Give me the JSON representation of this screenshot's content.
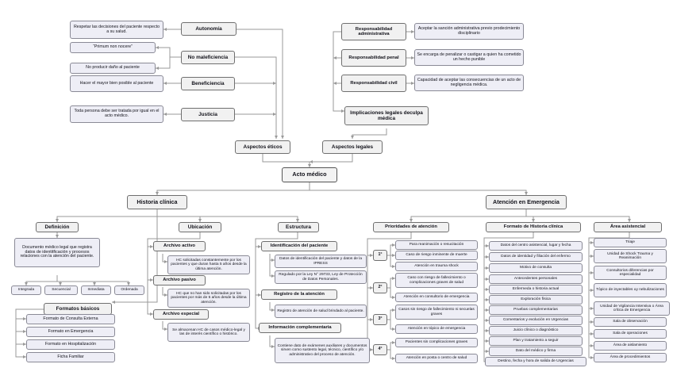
{
  "diagram": {
    "title": "Acto médico",
    "colors": {
      "leaf_fill": "#eeeef6",
      "header_fill": "#f1f1f1",
      "border": "#8a8a96",
      "connector": "#999999"
    },
    "root": {
      "label": "Acto médico"
    },
    "ethics": {
      "hub": "Aspectos éticos",
      "principles": [
        {
          "name": "Autonomía",
          "details": [
            "Respetar las decisiones del paciente respecto a su salud."
          ]
        },
        {
          "name": "No maleficiencia",
          "details": [
            "“Primum non nocere”",
            "No producir daño al paciente"
          ]
        },
        {
          "name": "Beneficiencia",
          "details": [
            "Hacer el mayor bien posible al paciente"
          ]
        },
        {
          "name": "Justicia",
          "details": [
            "Toda persona debe ser tratada por igual en el acto médico."
          ]
        }
      ]
    },
    "legal": {
      "hub": "Aspectos legales",
      "implications": "Implicaciones legales deculpa médica",
      "responsibilities": [
        {
          "name": "Responsabilidad administrativa",
          "detail": "Aceptar la sanción administrativa previo prodecimiento disciplinario"
        },
        {
          "name": "Responsabilidad penal",
          "detail": "Se encarga de penalizar o castigar a quien ha cometido un hecho punible"
        },
        {
          "name": "Responsabilidad civil",
          "detail": "Capacidad de aceptar las consecuencias de un acto de negligencia médica."
        }
      ]
    },
    "historia": {
      "title": "Historia clínica",
      "definicion": {
        "header": "Definición",
        "text": "Documento médico legal que registra datos de identitficación y procesos relaciones con la atención del paciente.",
        "attributes": [
          "Integrada",
          "Secuencial",
          "Inmediata",
          "Ordenada"
        ]
      },
      "formatos": {
        "header": "Formatos básicos",
        "items": [
          "Formato de Consulta Externa",
          "Formato en Emergencia",
          "Formato en Hospitalización",
          "Ficha Familiar"
        ]
      },
      "ubicacion": {
        "header": "Ubicación",
        "archives": [
          {
            "name": "Archivo activo",
            "detail": "HC solicitadas  constantemente por los pacientes y que duran hasta 5 años desde la última atención."
          },
          {
            "name": "Archivo pasivo",
            "detail": "HC que no han sido solicitadas por los pacientes por más de 5 años desde la última atención."
          },
          {
            "name": "Archivo especial",
            "detail": "Se almacenan HC de casos médico-legal y las de interés científico o histórico."
          }
        ]
      },
      "estructura": {
        "header": "Estructura",
        "sections": [
          {
            "name": "Identificación del paciente",
            "details": [
              "Datos de identificación del paciente y datos de la IPRESS",
              "Regulado por la Ley N° 29733, Ley de Protección de Datos Personales."
            ]
          },
          {
            "name": "Registro de la atención",
            "details": [
              "Registro de atención de salud brindado al paciente."
            ]
          },
          {
            "name": "Información complementaria",
            "details": [
              "Contiene dato de exámenes auxiliares y documentos sirven como sustento legal, técnico, científico y/o administrativo del proceso de atención."
            ]
          }
        ]
      }
    },
    "emergencia": {
      "title": "Atención en Emergencia",
      "prioridades": {
        "header": "Prioridades de atención",
        "levels": [
          {
            "badge": "1°",
            "items": [
              "Para reanimación o resucitación",
              "Caso de riesgo inminente de muerte",
              "Atención en trauma shock"
            ]
          },
          {
            "badge": "2°",
            "items": [
              "Caso con riesgo de fallecimiento o complicaciones graves de salud",
              "Atención en consultorio de emergencia"
            ]
          },
          {
            "badge": "3°",
            "items": [
              "Casos sin riesgo de fallecimiento ni secuelas graves",
              "Atención en tópico de emergencia"
            ]
          },
          {
            "badge": "4°",
            "items": [
              "Pacientes sin complicaciones graves",
              "Atención en posta o centro de salud"
            ]
          }
        ]
      },
      "formato": {
        "header": "Formato de Historia clínica",
        "items": [
          "Datos del centro asistencial, lugar y fecha",
          "Datos de identidad y filiación del enfermo",
          "Motivo de consulta",
          "Antecedentes personales",
          "Enfermeda o historia actual",
          "Exploración física",
          "Pruebas complementarias",
          "Comentarios y evolución en Urgencias",
          "Juicio clínico o diagnóstico",
          "Plan y tratamiento a seguir",
          "Dato del médico y firma",
          "Destino, fecha y hora de salida de Urgencias"
        ]
      },
      "area": {
        "header": "Área asistencial",
        "items": [
          "Triaje",
          "Unidad de Shock Trauma y Reanimación",
          "Consultorios diferencias por especialidad",
          "Tópico de inyectables uy nebulizaciones",
          "Unidad de Vigilancia Intensiva o Área crítica de Emergencia",
          "Sala de observación",
          "Sala de operaciones",
          "Área de aislamiento",
          "Área de procedimientos"
        ]
      }
    }
  }
}
